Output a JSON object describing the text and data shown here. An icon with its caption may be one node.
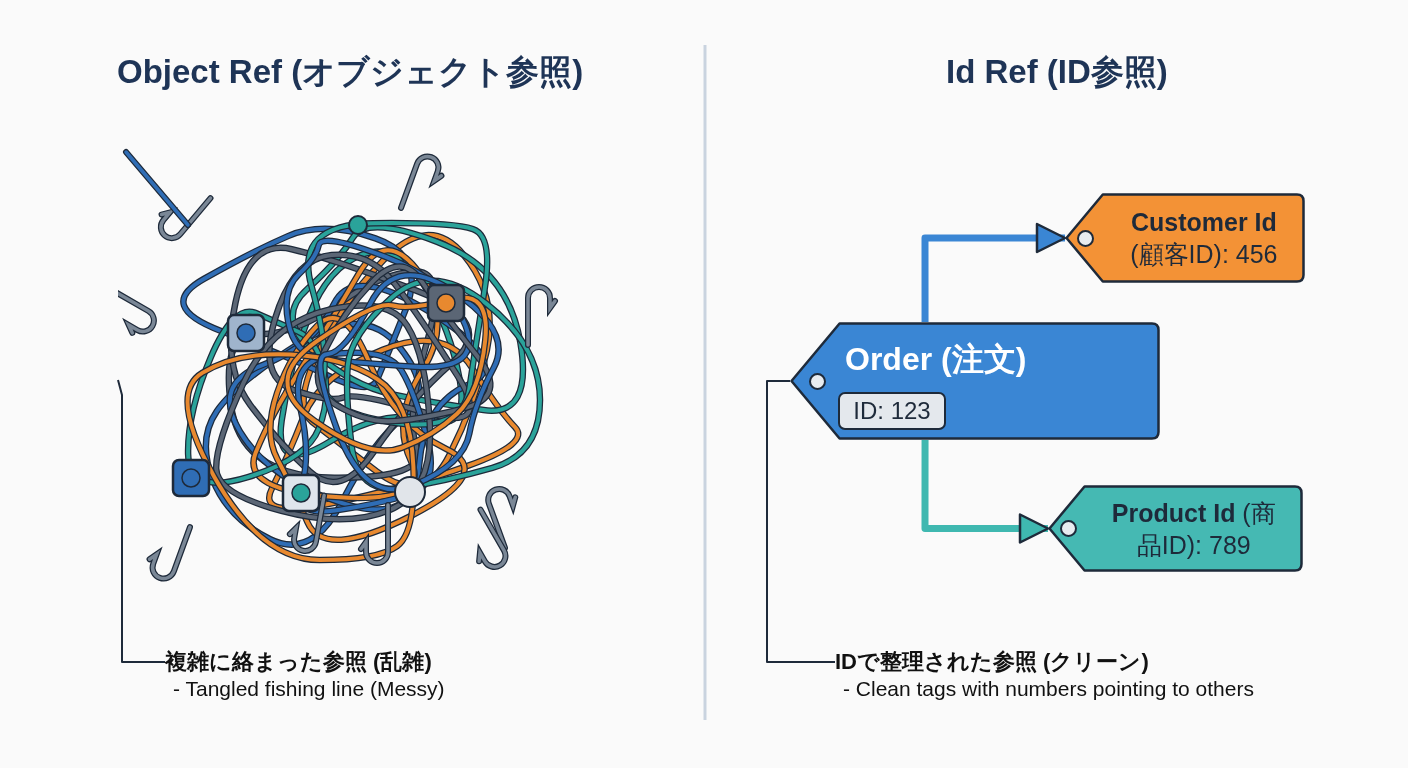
{
  "diagram": {
    "nodes": [
      {
        "text": [],
        "shape": "picture"
      },
      {
        "text": [
          "複雑に絡まった参照 (乱雑)",
          "- Tangled fishing line (Messy)"
        ]
      },
      {
        "text": [
          "Order (注文)"
        ]
      },
      {
        "text": [
          "ID: 123"
        ],
        "in": 2
      },
      {
        "text": [
          "**Customer Id** (顧客ID): 456"
        ]
      },
      {
        "text": [
          "**Product Id** (商品ID): 789"
        ]
      },
      {
        "text": [
          "IDで整理された参照 (クリーン)",
          "- Clean tags with numbers pointing to others"
        ]
      }
    ],
    "edges": [
      {
        "from": 1,
        "to": 0,
        "arrow": "none",
        "color": "#1e2a3a"
      },
      {
        "from": 6,
        "to": 2,
        "arrow": "none",
        "color": "#1e2a3a"
      },
      {
        "from": 2,
        "to": 4,
        "arrow": "to",
        "style": "thick",
        "color": "#3a86d4"
      },
      {
        "from": 2,
        "to": 5,
        "arrow": "to",
        "style": "thick",
        "color": "#3fb8b0"
      }
    ],
    "labels": [
      "Object Ref (オブジェクト参照)",
      "Id Ref (ID参照)"
    ]
  }
}
